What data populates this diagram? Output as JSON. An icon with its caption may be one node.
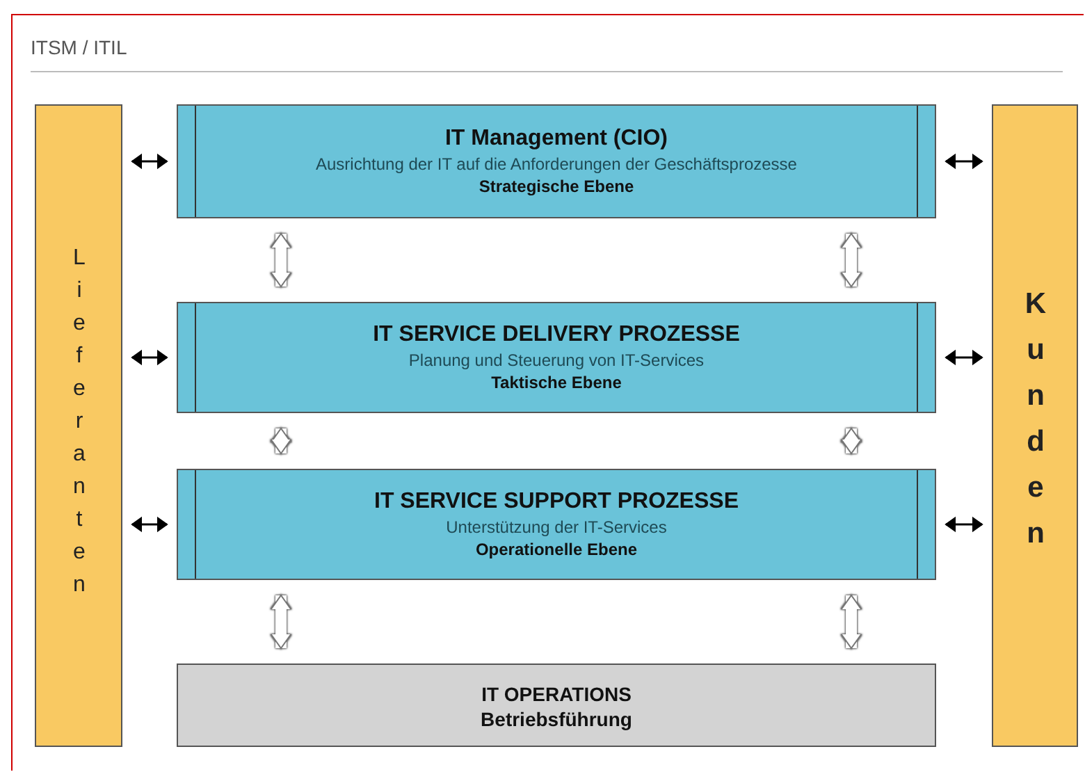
{
  "diagram": {
    "title": "ITSM / ITIL",
    "nodes": [
      {
        "text": [
          "Lieferanten"
        ]
      },
      {
        "text": [
          "IT Management (CIO)",
          "Ausrichtung der IT auf die Anforderungen der Geschäftsprozesse",
          "Strategische Ebene"
        ]
      },
      {
        "text": [
          "IT SERVICE DELIVERY PROZESSE",
          "Planung und Steuerung von IT-Services",
          "Taktische Ebene"
        ]
      },
      {
        "text": [
          "IT SERVICE SUPPORT PROZESSE",
          "Unterstützung der IT-Services",
          "Operationelle Ebene"
        ]
      },
      {
        "text": [
          "IT OPERATIONS",
          "Betriebsführung"
        ]
      },
      {
        "text": [
          "Kunden"
        ]
      }
    ],
    "edges": [
      {
        "from": 0,
        "to": 1,
        "arrow": "both"
      },
      {
        "from": 1,
        "to": 5,
        "arrow": "both"
      },
      {
        "from": 0,
        "to": 2,
        "arrow": "both"
      },
      {
        "from": 2,
        "to": 5,
        "arrow": "both"
      },
      {
        "from": 0,
        "to": 3,
        "arrow": "both"
      },
      {
        "from": 3,
        "to": 5,
        "arrow": "both"
      },
      {
        "from": 1,
        "to": 2,
        "arrow": "both",
        "style": "thick",
        "color": "#ffffff"
      },
      {
        "from": 1,
        "to": 2,
        "arrow": "both",
        "style": "thick",
        "color": "#ffffff"
      },
      {
        "from": 2,
        "to": 3,
        "arrow": "both",
        "style": "thick",
        "color": "#ffffff"
      },
      {
        "from": 2,
        "to": 3,
        "arrow": "both",
        "style": "thick",
        "color": "#ffffff"
      },
      {
        "from": 3,
        "to": 4,
        "arrow": "both",
        "style": "thick",
        "color": "#ffffff"
      },
      {
        "from": 3,
        "to": 4,
        "arrow": "both",
        "style": "thick",
        "color": "#ffffff"
      }
    ]
  }
}
